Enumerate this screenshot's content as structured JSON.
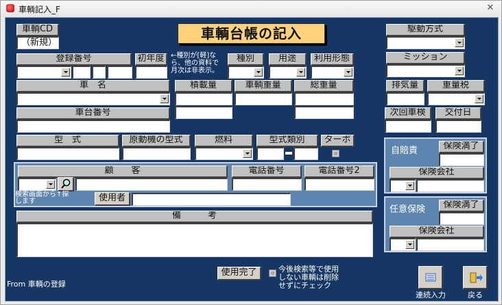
{
  "window": {
    "title": "車輌記入_F",
    "close_glyph": "✕"
  },
  "header": {
    "title": "車輌台帳の記入"
  },
  "vehicle_cd": {
    "label": "車輌CD",
    "value": "（新規）"
  },
  "registration": {
    "label": "登録番号",
    "region": "",
    "class_no": "",
    "kana": "",
    "number": ""
  },
  "first_year": {
    "label": "初年度",
    "value": ""
  },
  "note_kei": "←種別が[軽]なら、他の資料で月次は非表示。",
  "category": {
    "label": "種別",
    "value": ""
  },
  "usage": {
    "label": "用途",
    "value": ""
  },
  "utilization": {
    "label": "利用形態",
    "value": ""
  },
  "vehicle_name": {
    "label": "車　名",
    "value": ""
  },
  "load_capacity": {
    "label": "積載量",
    "value": "",
    "value2": ""
  },
  "vehicle_weight": {
    "label": "車輌重量",
    "value": ""
  },
  "gross_weight": {
    "label": "総重量",
    "value": "",
    "value2": ""
  },
  "chassis_number": {
    "label": "車台番号",
    "value": ""
  },
  "model": {
    "label": "型　式",
    "value": ""
  },
  "engine_model": {
    "label": "原動機の型式",
    "value": ""
  },
  "fuel": {
    "label": "燃料",
    "value": ""
  },
  "model_class": {
    "label": "型式類別",
    "value1": "",
    "value2": ""
  },
  "turbo": {
    "label": "ターボ",
    "checked": false
  },
  "drive_type": {
    "label": "駆動方式",
    "value": ""
  },
  "transmission": {
    "label": "ミッション",
    "value": ""
  },
  "displacement": {
    "label": "排気量",
    "value": ""
  },
  "weight_tax": {
    "label": "重量税",
    "value": ""
  },
  "next_inspection": {
    "label": "次回車検",
    "value": ""
  },
  "issue_date": {
    "label": "交付日",
    "value": ""
  },
  "customer": {
    "label": "顧　　客",
    "code": "",
    "name": "",
    "search_hint": "検索画面から↑探します",
    "phone_label": "電話番号",
    "phone": "",
    "phone2_label": "電話番号2",
    "phone2": "",
    "user_button": "使用者",
    "user": ""
  },
  "remarks": {
    "label": "備　　　考",
    "value": ""
  },
  "compulsory_insurance": {
    "title": "自賠責",
    "expiry_label": "保険満了",
    "expiry": "",
    "company_label": "保険会社",
    "company_code": "",
    "company_name": ""
  },
  "voluntary_insurance": {
    "title": "任意保険",
    "expiry_label": "保険満了",
    "expiry": "",
    "company_label": "保険会社",
    "company_code": "",
    "company_name": ""
  },
  "footer": {
    "source": "From 車輌の登録",
    "done_button": "使用完了",
    "done_note": "今後検索等で使用しない車輌は削除せずにチェック",
    "done_checked": false,
    "continuous_entry": "連続入力",
    "back": "戻る"
  }
}
